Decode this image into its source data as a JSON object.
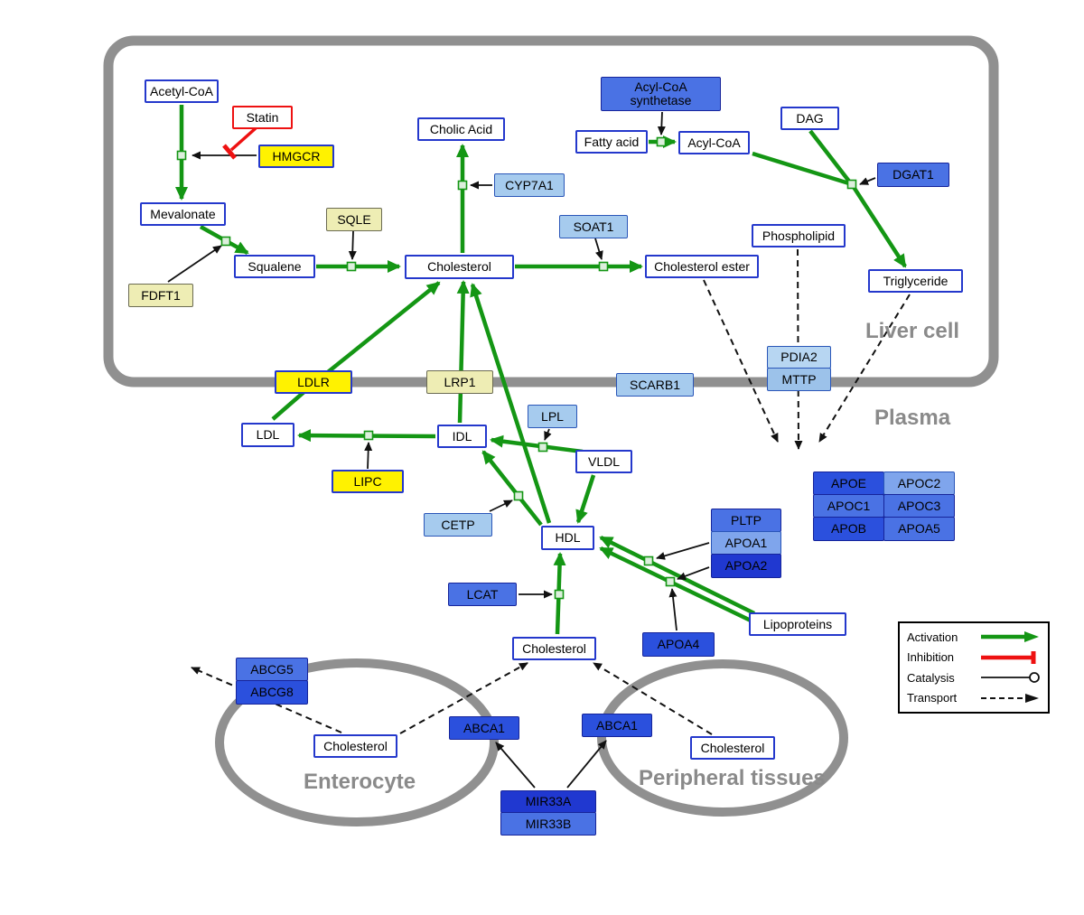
{
  "compartments": {
    "liver_cell": "Liver cell",
    "plasma": "Plasma",
    "enterocyte": "Enterocyte",
    "peripheral_tissues": "Peripheral tissues"
  },
  "nodes": {
    "acetyl_coa": "Acetyl-CoA",
    "statin": "Statin",
    "hmgcr": "HMGCR",
    "mevalonate": "Mevalonate",
    "fdft1": "FDFT1",
    "squalene": "Squalene",
    "sqle": "SQLE",
    "cholesterol_liver": "Cholesterol",
    "cholic_acid": "Cholic Acid",
    "cyp7a1": "CYP7A1",
    "soat1": "SOAT1",
    "cholesterol_ester": "Cholesterol ester",
    "acyl_coa_synthetase": "Acyl-CoA synthetase",
    "fatty_acid": "Fatty acid",
    "acyl_coa": "Acyl-CoA",
    "dag": "DAG",
    "dgat1": "DGAT1",
    "phospholipid": "Phospholipid",
    "triglyceride": "Triglyceride",
    "pdia2": "PDIA2",
    "mttp": "MTTP",
    "ldlr": "LDLR",
    "lrp1": "LRP1",
    "scarb1": "SCARB1",
    "ldl": "LDL",
    "idl": "IDL",
    "lpl": "LPL",
    "vldl": "VLDL",
    "lipc": "LIPC",
    "cetp": "CETP",
    "hdl": "HDL",
    "pltp": "PLTP",
    "apoa1": "APOA1",
    "apoa2": "APOA2",
    "lcat": "LCAT",
    "apoa4": "APOA4",
    "lipoproteins": "Lipoproteins",
    "apoe": "APOE",
    "apoc2": "APOC2",
    "apoc1": "APOC1",
    "apoc3": "APOC3",
    "apob": "APOB",
    "apoa5": "APOA5",
    "cholesterol_plasma": "Cholesterol",
    "abcg5": "ABCG5",
    "abcg8": "ABCG8",
    "cholesterol_enterocyte": "Cholesterol",
    "abca1_enterocyte": "ABCA1",
    "abca1_peripheral": "ABCA1",
    "cholesterol_peripheral": "Cholesterol",
    "mir33a": "MIR33A",
    "mir33b": "MIR33B"
  },
  "legend": {
    "activation": "Activation",
    "inhibition": "Inhibition",
    "catalysis": "Catalysis",
    "transport": "Transport"
  },
  "colors": {
    "activation_green": "#149614",
    "inhibition_red": "#ee1111",
    "membrane_gray": "#909090",
    "metabolite_border_blue": "#2438cc",
    "enzyme_yellow": "#fff200",
    "enzyme_pale_yellow": "#eeedb4",
    "protein_light_blue": "#a6cbee",
    "protein_blue": "#4a72e4",
    "protein_dark_blue": "#2038d0"
  }
}
